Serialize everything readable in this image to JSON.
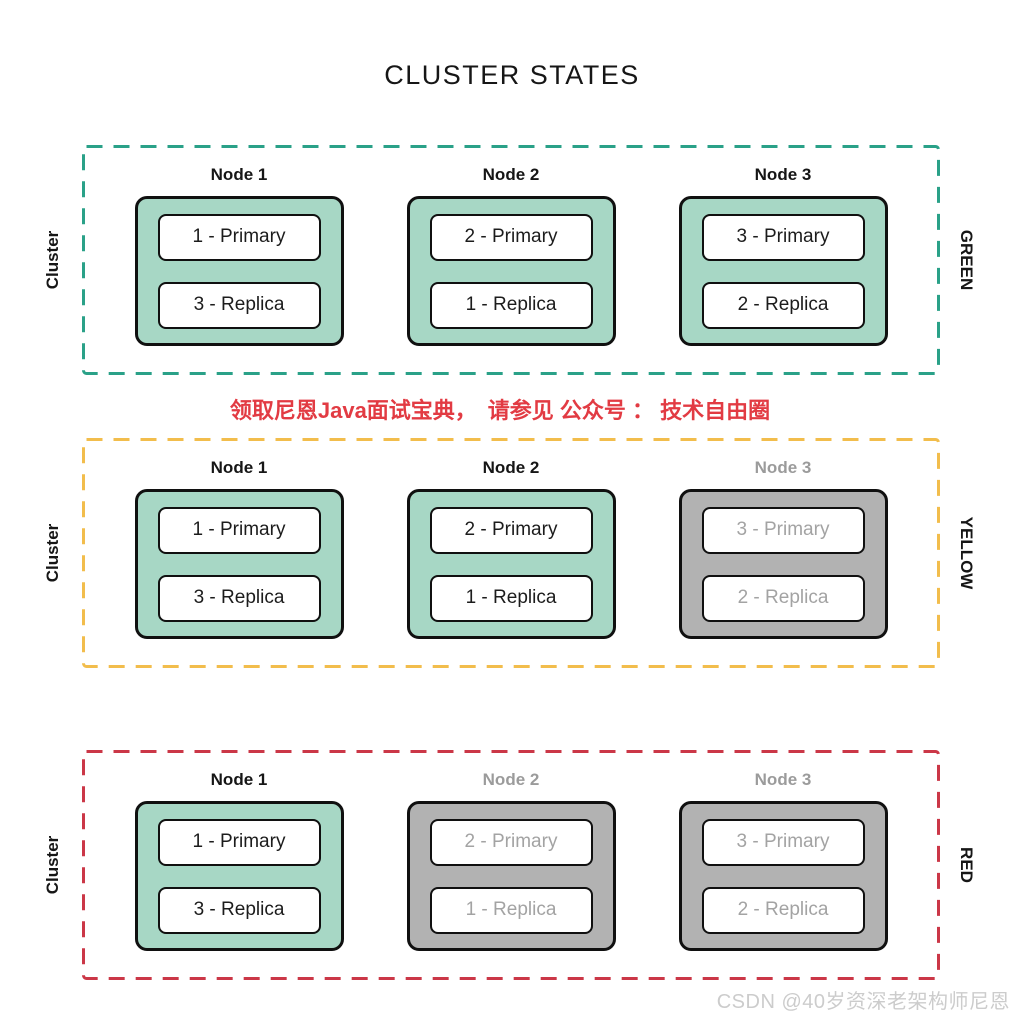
{
  "title": "CLUSTER STATES",
  "banner": {
    "text": "领取尼恩Java面试宝典，　请参见 公众号 ： 技术自由圈",
    "color": "#e23b43"
  },
  "watermark": "CSDN @40岁资深老架构师尼恩",
  "colors": {
    "green_border": "#2aa188",
    "yellow_border": "#f2bd4c",
    "red_border": "#cb3747",
    "active_node_fill": "#a7d7c5",
    "inactive_node_fill": "#b2b2b2",
    "inactive_text": "#9b9b9b",
    "banner_red": "#e23b43"
  },
  "sections": [
    {
      "state_label": "GREEN",
      "left_label": "Cluster",
      "border_color": "#2aa188",
      "nodes": [
        {
          "title": "Node 1",
          "active": true,
          "shards": [
            "1 - Primary",
            "3 - Replica"
          ]
        },
        {
          "title": "Node 2",
          "active": true,
          "shards": [
            "2 - Primary",
            "1 - Replica"
          ]
        },
        {
          "title": "Node 3",
          "active": true,
          "shards": [
            "3 - Primary",
            "2 - Replica"
          ]
        }
      ]
    },
    {
      "state_label": "YELLOW",
      "left_label": "Cluster",
      "border_color": "#f2bd4c",
      "nodes": [
        {
          "title": "Node 1",
          "active": true,
          "shards": [
            "1 - Primary",
            "3 - Replica"
          ]
        },
        {
          "title": "Node 2",
          "active": true,
          "shards": [
            "2 - Primary",
            "1 - Replica"
          ]
        },
        {
          "title": "Node 3",
          "active": false,
          "shards": [
            "3 - Primary",
            "2 - Replica"
          ]
        }
      ]
    },
    {
      "state_label": "RED",
      "left_label": "Cluster",
      "border_color": "#cb3747",
      "nodes": [
        {
          "title": "Node 1",
          "active": true,
          "shards": [
            "1 - Primary",
            "3 - Replica"
          ]
        },
        {
          "title": "Node 2",
          "active": false,
          "shards": [
            "2 - Primary",
            "1 - Replica"
          ]
        },
        {
          "title": "Node 3",
          "active": false,
          "shards": [
            "3 - Primary",
            "2 - Replica"
          ]
        }
      ]
    }
  ]
}
